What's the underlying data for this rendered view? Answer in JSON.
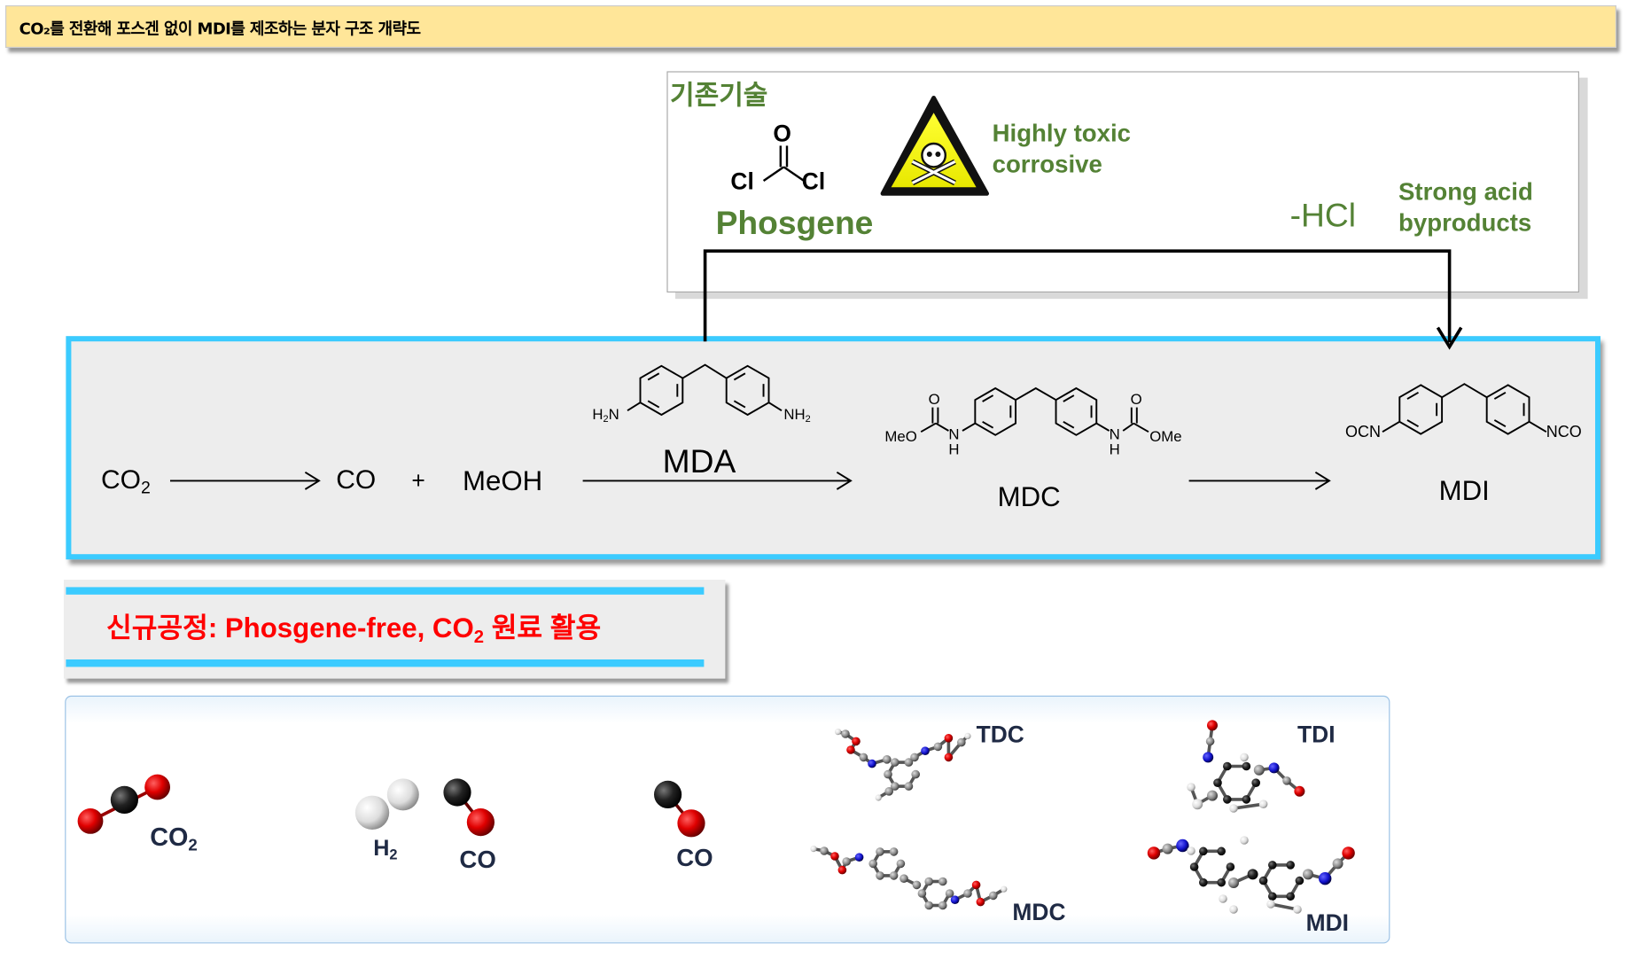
{
  "title": "CO₂를 전환해 포스겐 없이 MDI를 제조하는 분자 구조 개략도",
  "existing": {
    "heading": "기존기술",
    "phosgene_label": "Phosgene",
    "atoms": {
      "o": "O",
      "cl1": "Cl",
      "cl2": "Cl"
    },
    "hazard_line1": "Highly toxic",
    "hazard_line2": "corrosive",
    "hcl": "-HCl",
    "byproduct_line1": "Strong acid",
    "byproduct_line2": "byproducts"
  },
  "reaction": {
    "co2": "CO",
    "co2_sub": "2",
    "co": "CO",
    "plus": "+",
    "meoh": "MeOH",
    "mda": "MDA",
    "mda_atoms": {
      "left_h": "H",
      "left_sub": "2",
      "left_n": "N",
      "right_nh": "NH",
      "right_sub": "2"
    },
    "mdc": "MDC",
    "mdc_atoms": {
      "o": "O",
      "meo": "MeO",
      "ome": "OMe",
      "n": "N",
      "h": "H"
    },
    "mdi": "MDI",
    "mdi_atoms": {
      "ocn": "OCN",
      "nco": "NCO"
    }
  },
  "new_process": {
    "text": "신규공정: Phosgene-free, CO",
    "sub": "2",
    "text_tail": " 원료 활용"
  },
  "models": {
    "co2": "CO",
    "co2_sub": "2",
    "h2": "H",
    "h2_sub": "2",
    "co_a": "CO",
    "co_b": "CO",
    "tdc": "TDC",
    "tdi": "TDI",
    "mdc": "MDC",
    "mdi": "MDI"
  },
  "colors": {
    "title_bg": "#FFE699",
    "green": "#548235",
    "cyan": "#3BCBFF",
    "red": "#FF0000",
    "navy": "#1F2A44"
  }
}
